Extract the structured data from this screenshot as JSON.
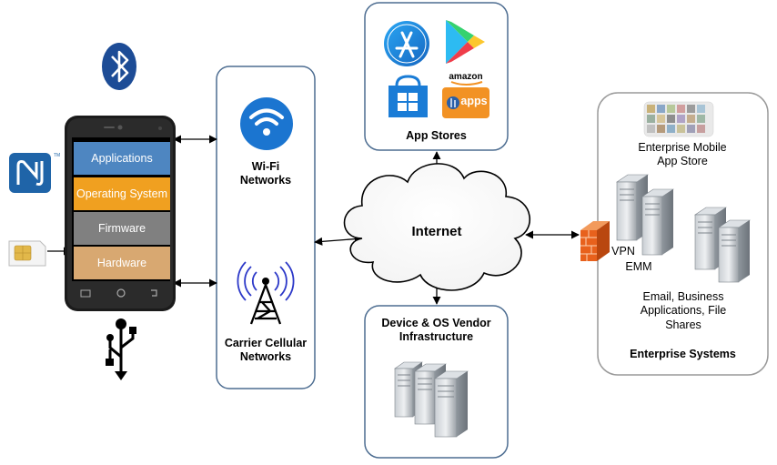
{
  "phone": {
    "layers": [
      {
        "label": "Applications",
        "color": "#4e86c1"
      },
      {
        "label": "Operating System",
        "color": "#f0a020"
      },
      {
        "label": "Firmware",
        "color": "#808080"
      },
      {
        "label": "Hardware",
        "color": "#d8a871"
      }
    ]
  },
  "networks": {
    "wifi_label": "Wi-Fi\nNetworks",
    "cellular_label": "Carrier Cellular\nNetworks"
  },
  "app_stores": {
    "label": "App Stores",
    "amazon_wordmark": "amazon",
    "amazon_apps": "apps"
  },
  "internet": {
    "label": "Internet"
  },
  "vendor": {
    "label": "Device & OS Vendor\nInfrastructure"
  },
  "enterprise": {
    "store_label": "Enterprise Mobile\nApp Store",
    "vpn_label": "VPN",
    "emm_label": "EMM",
    "apps_label": "Email, Business\nApplications, File\nShares",
    "title": "Enterprise Systems"
  },
  "colors": {
    "wifi_blue": "#1b75d0",
    "panel_border": "#4d6d91",
    "enterprise_border": "#9a9a9a",
    "firewall_orange": "#e8611c",
    "nfc_blue": "#1f64a8",
    "bluetooth_blue": "#1d4c96"
  },
  "icons": [
    "bluetooth-icon",
    "nfc-icon",
    "sim-card-icon",
    "usb-icon",
    "wifi-icon",
    "cell-tower-icon",
    "app-store-icon",
    "google-play-icon",
    "windows-store-icon",
    "amazon-apps-icon",
    "cloud-icon",
    "server-icon",
    "firewall-icon"
  ]
}
